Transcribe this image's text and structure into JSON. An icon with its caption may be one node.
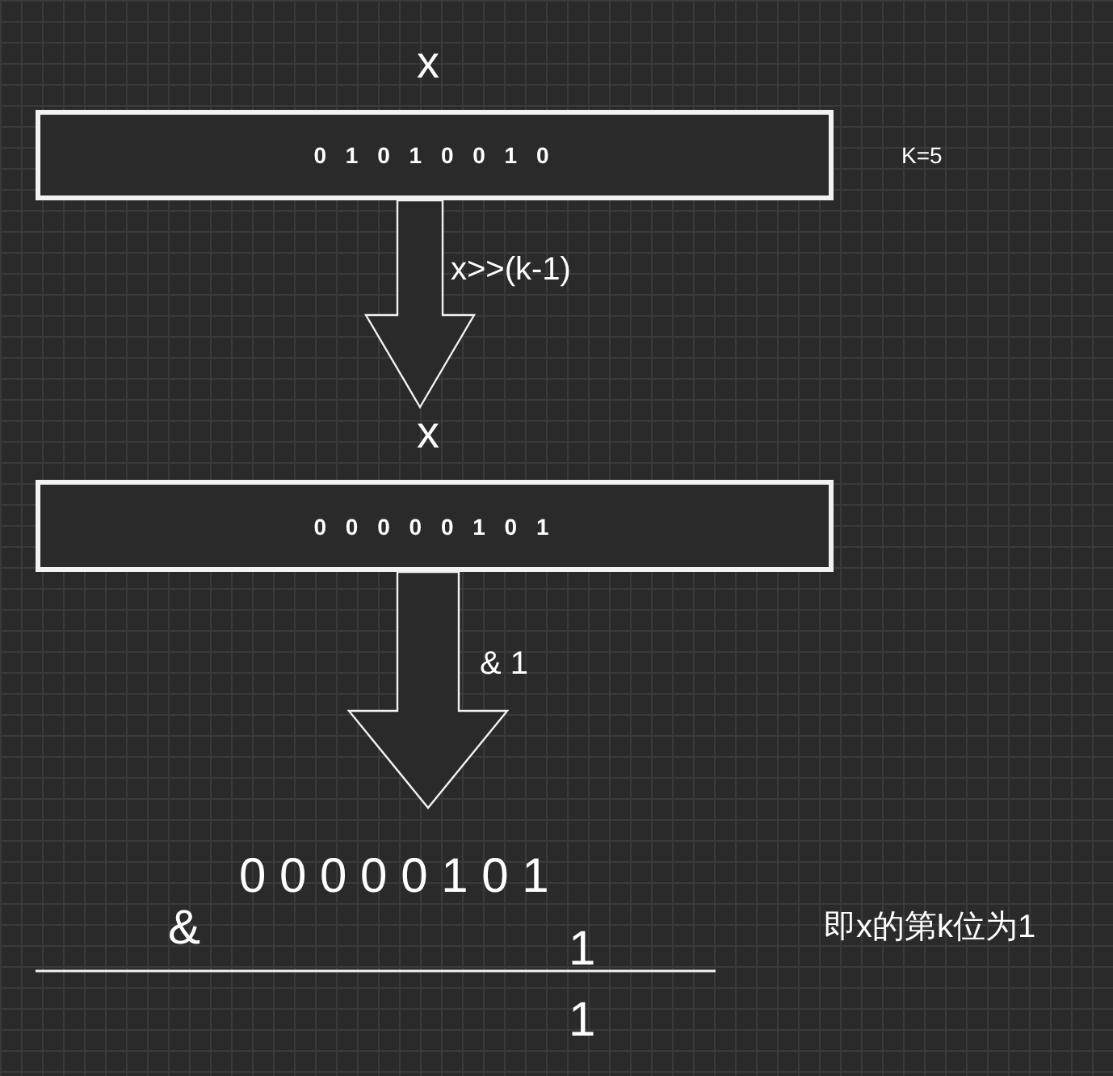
{
  "diagram": {
    "nodes": [
      {
        "text": [
          "x",
          "0 1 0 1 0 0 1 0"
        ]
      },
      {
        "text": [
          "x",
          "0 0 0 0 0 1 0 1"
        ]
      }
    ],
    "edges": [
      {
        "from": 0,
        "to": 1,
        "arrow": "to",
        "label": "x>>(k-1)"
      },
      {
        "from": 1,
        "to": null,
        "arrow": "to",
        "label": "& 1"
      }
    ],
    "labels": [
      "K=5",
      "0 0 0 0 0 1 0 1",
      "&",
      "1",
      "1",
      "即x的第k位为1"
    ]
  }
}
